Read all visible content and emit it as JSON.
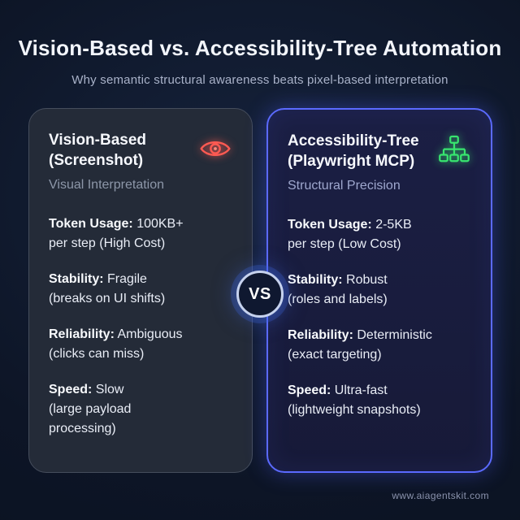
{
  "header": {
    "title": "Vision-Based vs. Accessibility-Tree Automation",
    "subtitle": "Why semantic structural awareness beats pixel-based interpretation"
  },
  "vs_label": "VS",
  "footer": {
    "url": "www.aiagentskit.com"
  },
  "colors": {
    "background": "#0d1526",
    "left_card_bg": "#242b38",
    "right_card_border": "#5b6aff",
    "eye_icon_red": "#ff5a52",
    "tree_icon_green": "#38e56f"
  },
  "cards": {
    "left": {
      "title": "Vision-Based\n(Screenshot)",
      "subtitle": "Visual Interpretation",
      "icon": "eye-icon",
      "items": [
        {
          "label": "Token Usage:",
          "value": "100KB+\nper step  (High Cost)"
        },
        {
          "label": "Stability:",
          "value": "Fragile\n(breaks on UI shifts)"
        },
        {
          "label": "Reliability:",
          "value": "Ambiguous\n(clicks can miss)"
        },
        {
          "label": "Speed:",
          "value": "Slow\n(large payload\nprocessing)"
        }
      ]
    },
    "right": {
      "title": "Accessibility-Tree\n(Playwright MCP)",
      "subtitle": "Structural Precision",
      "icon": "hierarchy-icon",
      "items": [
        {
          "label": "Token Usage:",
          "value": "2-5KB\nper step (Low Cost)"
        },
        {
          "label": "Stability:",
          "value": "Robust\n(roles and labels)"
        },
        {
          "label": "Reliability:",
          "value": "Deterministic\n(exact targeting)"
        },
        {
          "label": "Speed:",
          "value": "Ultra-fast\n(lightweight snapshots)"
        }
      ]
    }
  }
}
